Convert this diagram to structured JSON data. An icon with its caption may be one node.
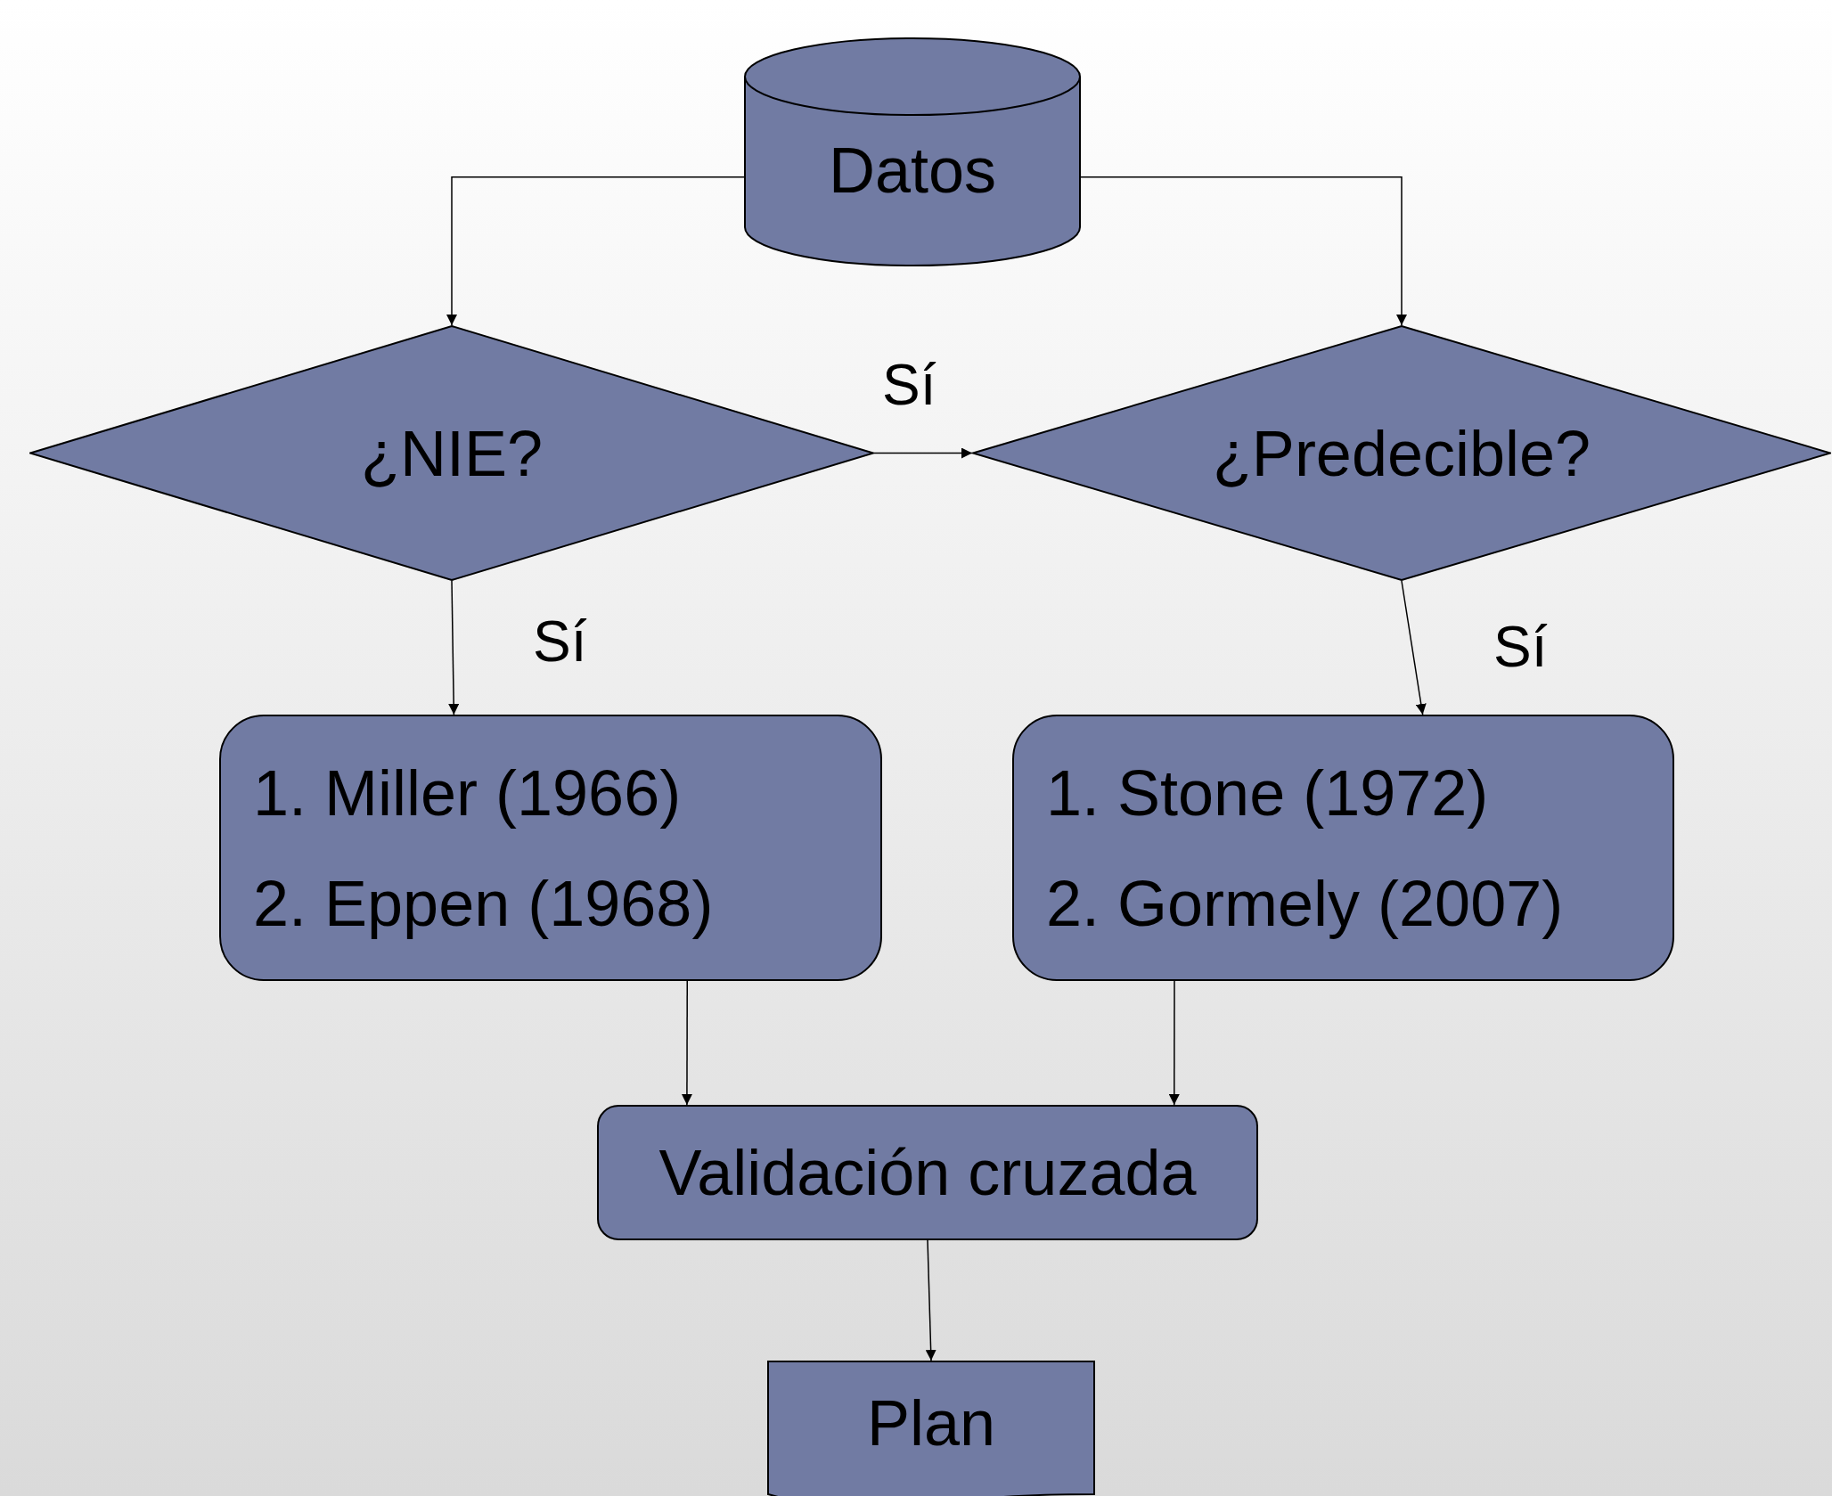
{
  "diagram": {
    "nodes": [
      {
        "text": [
          "Datos"
        ]
      },
      {
        "text": [
          "¿NIE?"
        ]
      },
      {
        "text": [
          "¿Predecible?"
        ]
      },
      {
        "text": [
          "1. Miller (1966)",
          "2. Eppen (1968)"
        ]
      },
      {
        "text": [
          "1. Stone (1972)",
          "2. Gormely (2007)"
        ]
      },
      {
        "text": [
          "Validación cruzada"
        ]
      },
      {
        "text": [
          "Plan"
        ]
      }
    ],
    "edges": [
      {
        "from": 0,
        "to": 1,
        "arrow": "to"
      },
      {
        "from": 0,
        "to": 2,
        "arrow": "to"
      },
      {
        "from": 1,
        "to": 2,
        "arrow": "to",
        "label": "Sí"
      },
      {
        "from": 1,
        "to": 3,
        "arrow": "to",
        "label": "Sí"
      },
      {
        "from": 2,
        "to": 4,
        "arrow": "to",
        "label": "Sí"
      },
      {
        "from": 3,
        "to": 5,
        "arrow": "to"
      },
      {
        "from": 4,
        "to": 5,
        "arrow": "to"
      },
      {
        "from": 5,
        "to": 6,
        "arrow": "to"
      }
    ]
  }
}
